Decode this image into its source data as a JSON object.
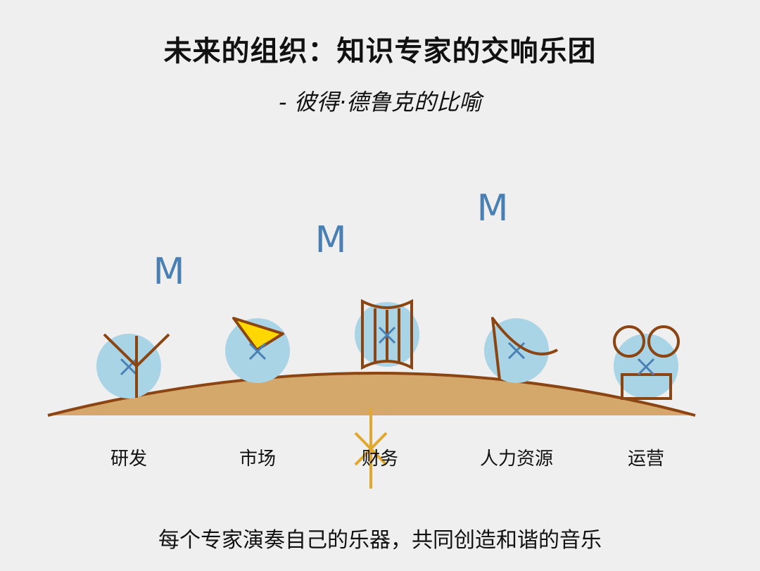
{
  "title": "未来的组织：知识专家的交响乐团",
  "subtitle": "- 彼得·德鲁克的比喻",
  "departments": [
    {
      "label": "研发",
      "icon": "y-branch-instrument-icon"
    },
    {
      "label": "市场",
      "icon": "yellow-triangle-flag-icon"
    },
    {
      "label": "财务",
      "icon": "barrel-drum-icon"
    },
    {
      "label": "人力资源",
      "icon": "harp-icon"
    },
    {
      "label": "运营",
      "icon": "film-camera-icon"
    }
  ],
  "music_notes": [
    "M",
    "M",
    "M"
  ],
  "caption": "每个专家演奏自己的乐器，共同创造和谐的音乐",
  "colors": {
    "background": "#efefef",
    "hill_fill": "#d4a76a",
    "hill_stroke": "#8b4513",
    "circle": "#a8d4e6",
    "cross": "#4a7fb4",
    "instrument": "#8b4513",
    "accent_yellow": "#ffd700",
    "baton": "#e0a82e",
    "note": "#4a7fb4"
  }
}
